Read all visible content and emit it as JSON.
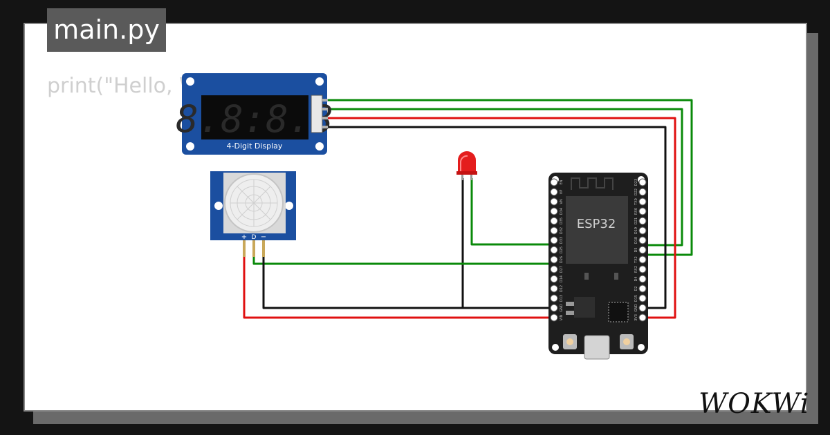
{
  "file_tab": {
    "label": "main.py"
  },
  "editor": {
    "code_preview": "print(\"Hello, World!\")"
  },
  "components": {
    "display": {
      "label": "4-Digit Display",
      "digits": "8.8:8.8"
    },
    "pir": {
      "pins": [
        "+",
        "D",
        "−"
      ]
    },
    "esp32": {
      "label": "ESP32",
      "left_pins": [
        "EN",
        "VP",
        "VN",
        "D34",
        "D35",
        "D32",
        "D33",
        "D25",
        "D26",
        "D27",
        "D14",
        "D12",
        "D13",
        "GND",
        "VIN"
      ],
      "right_pins": [
        "D23",
        "D22",
        "TX0",
        "RX0",
        "D21",
        "D19",
        "D18",
        "D5",
        "TX2",
        "RX2",
        "D4",
        "D2",
        "D15",
        "GND",
        "3V3"
      ]
    }
  },
  "brand": {
    "name": "WOKWi"
  },
  "colors": {
    "wire_green": "#0a8a0a",
    "wire_red": "#e01010",
    "wire_black": "#111111",
    "board_blue": "#1b4fa0"
  }
}
